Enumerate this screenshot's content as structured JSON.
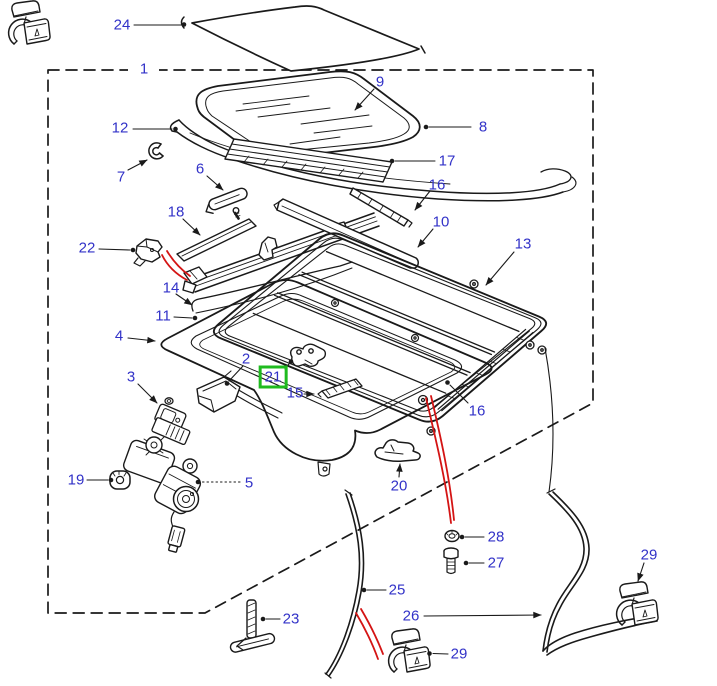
{
  "diagram": {
    "kind": "exploded-parts-diagram",
    "highlighted_part": "21",
    "colors": {
      "label": "#3232c8",
      "highlight_box": "#1fbb1f",
      "line_art": "#1a1a1a",
      "pointer_arrow_red": "#d41414",
      "background": "#ffffff"
    }
  },
  "callouts": [
    {
      "text": "1"
    },
    {
      "text": "24"
    },
    {
      "text": "9"
    },
    {
      "text": "8"
    },
    {
      "text": "12"
    },
    {
      "text": "17"
    },
    {
      "text": "7"
    },
    {
      "text": "6"
    },
    {
      "text": "16"
    },
    {
      "text": "18"
    },
    {
      "text": "10"
    },
    {
      "text": "22"
    },
    {
      "text": "13"
    },
    {
      "text": "14"
    },
    {
      "text": "11"
    },
    {
      "text": "4"
    },
    {
      "text": "2"
    },
    {
      "text": "21"
    },
    {
      "text": "15"
    },
    {
      "text": "3"
    },
    {
      "text": "19"
    },
    {
      "text": "5"
    },
    {
      "text": "20"
    },
    {
      "text": "16"
    },
    {
      "text": "28"
    },
    {
      "text": "27"
    },
    {
      "text": "25"
    },
    {
      "text": "26"
    },
    {
      "text": "29"
    },
    {
      "text": "29"
    },
    {
      "text": "23"
    }
  ]
}
